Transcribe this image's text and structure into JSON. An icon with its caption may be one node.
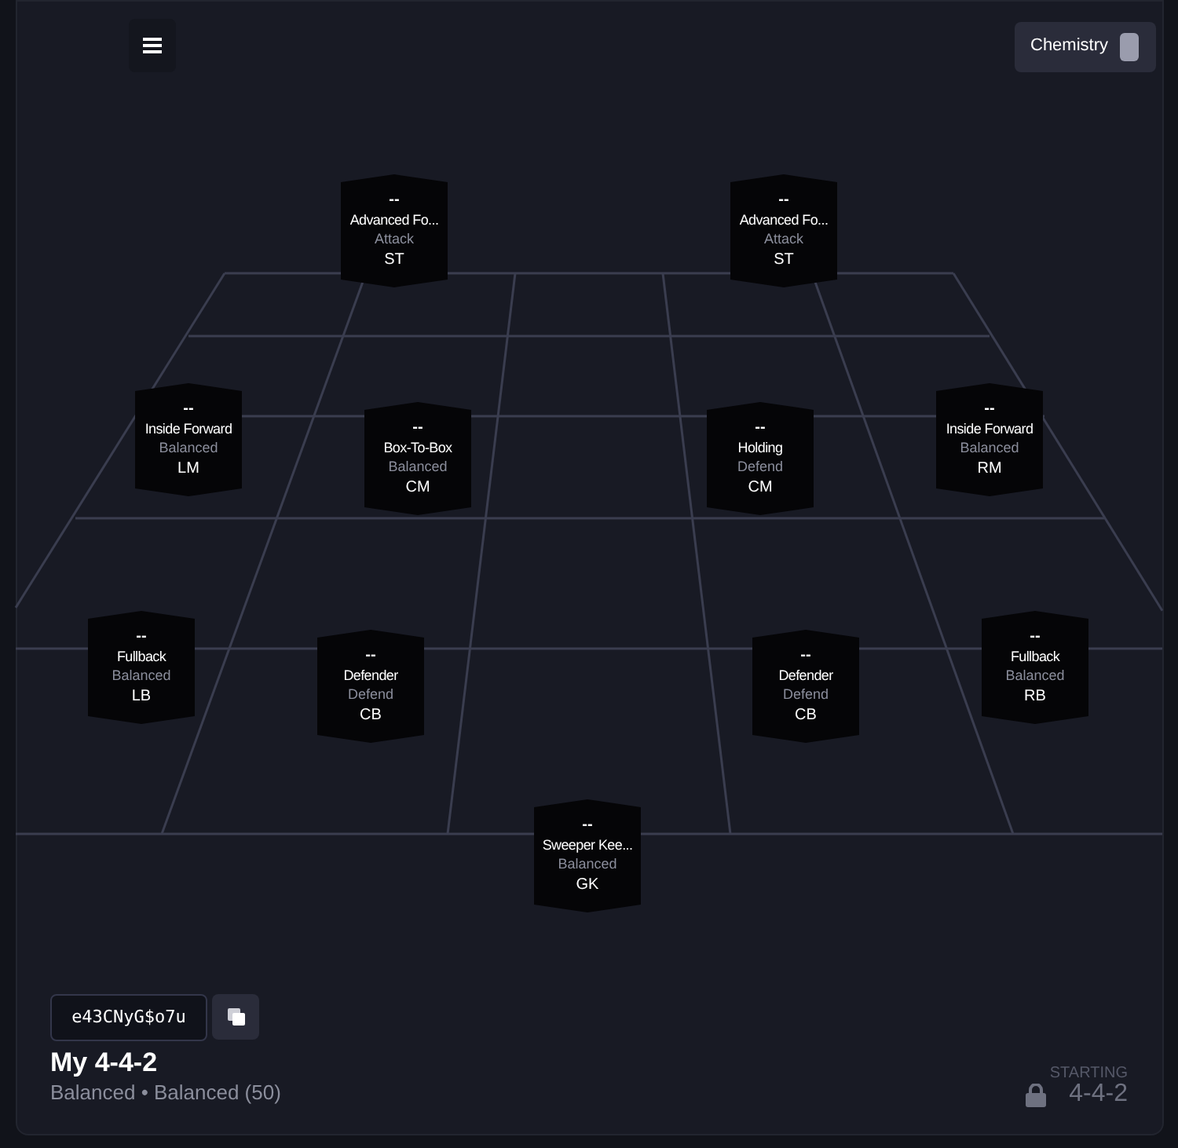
{
  "diagram": {
    "title": "My 4-4-2",
    "nodes": [
      {
        "text": [
          "--",
          "Advanced Fo...",
          "Attack",
          "ST"
        ]
      },
      {
        "text": [
          "--",
          "Advanced Fo...",
          "Attack",
          "ST"
        ]
      },
      {
        "text": [
          "--",
          "Inside Forward",
          "Balanced",
          "LM"
        ]
      },
      {
        "text": [
          "--",
          "Box-To-Box",
          "Balanced",
          "CM"
        ]
      },
      {
        "text": [
          "--",
          "Holding",
          "Defend",
          "CM"
        ]
      },
      {
        "text": [
          "--",
          "Inside Forward",
          "Balanced",
          "RM"
        ]
      },
      {
        "text": [
          "--",
          "Fullback",
          "Balanced",
          "LB"
        ]
      },
      {
        "text": [
          "--",
          "Defender",
          "Defend",
          "CB"
        ]
      },
      {
        "text": [
          "--",
          "Defender",
          "Defend",
          "CB"
        ]
      },
      {
        "text": [
          "--",
          "Fullback",
          "Balanced",
          "RB"
        ]
      },
      {
        "text": [
          "--",
          "Sweeper Kee...",
          "Balanced",
          "GK"
        ]
      }
    ],
    "labels": [
      "Chemistry",
      "e43CNyG$o7u",
      "Balanced • Balanced (50)",
      "STARTING",
      "4-4-2"
    ]
  }
}
